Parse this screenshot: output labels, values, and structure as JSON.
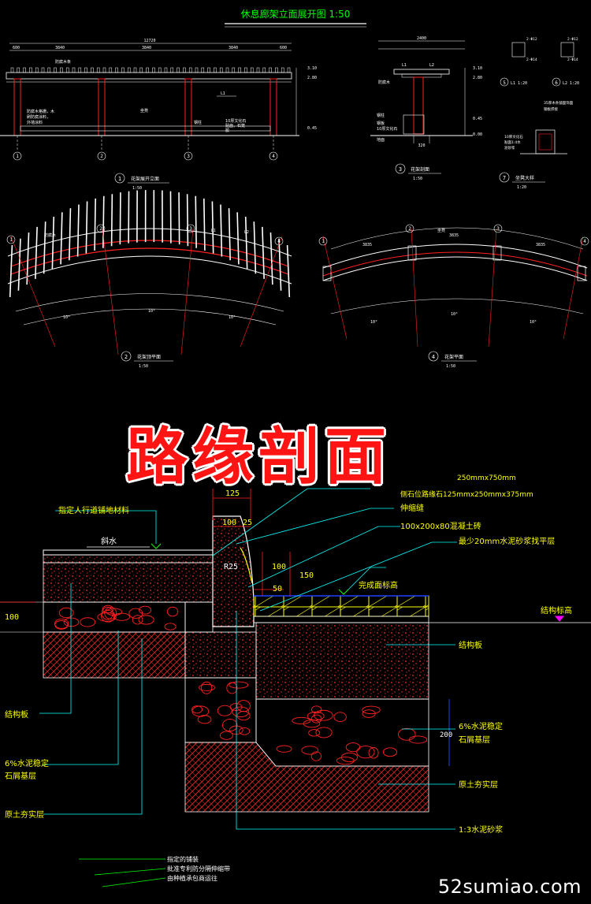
{
  "top_title": "休息廊架立面展开图 1:50",
  "elevation": {
    "dim_total": "12720",
    "dim_parts": [
      "600",
      "3840",
      "3840",
      "3840",
      "600"
    ],
    "notes_left": [
      "防腐木条",
      "防腐木格栅，木",
      "刷防腐涂料，",
      "外墙涂料"
    ],
    "note_mid": "坐凳",
    "note_right1": "钢柱",
    "note_right2": "10厚文化石",
    "note_right3": "贴面，石笼",
    "note_right4": "胶",
    "label_l1": "L1",
    "right_dims": [
      "3.10",
      "2.80",
      "0.45"
    ],
    "grid_labels": [
      "1",
      "2",
      "3",
      "4"
    ],
    "caption_num": "1",
    "caption_text": "花架展开立面",
    "caption_scale": "1:50"
  },
  "section3": {
    "dim_top": "2400",
    "labels": [
      "防腐木",
      "L1",
      "L2",
      "钢柱",
      "钢板",
      "10厚文化石",
      "地面"
    ],
    "right_dims": [
      "3.10",
      "2.80",
      "0.45",
      "0.00"
    ],
    "dim_bottom": "320",
    "caption_num": "3",
    "caption_text": "花架剖面",
    "caption_scale": "1:50"
  },
  "details": {
    "d5_dims": [
      "2-Φ12",
      "2-Φ14"
    ],
    "d5_num": "5",
    "d5_text": "L1 1:20",
    "d6_dims": [
      "2-Φ12",
      "2-Φ14"
    ],
    "d6_num": "6",
    "d6_text": "L2 1:20",
    "d7_notes": [
      "35厚木条铺面饰面",
      "钢板焊接",
      "10厚文化石",
      "贴面1:4水",
      "泥砂浆"
    ],
    "d7_num": "7",
    "d7_text": "坐凳大样",
    "d7_scale": "1:20"
  },
  "plan2": {
    "grid_labels": [
      "1",
      "2",
      "3",
      "4"
    ],
    "labels": [
      "防腐木",
      "L1",
      "L2"
    ],
    "angles": [
      "10°",
      "10°",
      "10°"
    ],
    "caption_num": "2",
    "caption_text": "花架顶平面",
    "caption_scale": "1:50"
  },
  "plan4": {
    "grid_labels": [
      "1",
      "2",
      "3",
      "4"
    ],
    "labels": [
      "坐凳"
    ],
    "dims": [
      "3835",
      "3835",
      "3835"
    ],
    "angles": [
      "10°",
      "10°",
      "10°"
    ],
    "caption_num": "4",
    "caption_text": "花架平面",
    "caption_scale": "1:50"
  },
  "big_title": "路缘剖面",
  "curb": {
    "label_pavement": "指定人行道铺地材料",
    "label_slope": "斜水",
    "label_r25": "R25",
    "dim_125": "125",
    "dim_100": "100",
    "dim_25": "25",
    "dim_100b": "100",
    "dim_150": "150",
    "dim_50": "50",
    "dim_left_100": "100",
    "dim_200": "200",
    "label_top1": "250mmx750mm",
    "label_top2": "侧石位路缘石125mmx250mmx375mm",
    "label_joint": "伸缩缝",
    "label_brick": "100x200x80混凝土砖",
    "label_mortar": "最少20mm水泥砂浆找平层",
    "label_finish": "完成面标高",
    "label_struct_elev": "结构标高",
    "label_struct_slab_right": "结构板",
    "label_struct_slab_left": "结构板",
    "label_gravel_left1": "6%水泥稳定",
    "label_gravel_left2": "石屑基层",
    "label_gravel_right1": "6%水泥稳定",
    "label_gravel_right2": "石屑基层",
    "label_soil_left": "原土夯实层",
    "label_soil_right": "原土夯实层",
    "label_mortar13": "1:3水泥砂浆",
    "bottom_notes": [
      "指定的铺装",
      "批准专利防分隔伸缩带",
      "由种植承包商运往"
    ]
  },
  "watermark": "52sumiao.com",
  "colors": {
    "line_white": "#ffffff",
    "line_cyan": "#00ffff",
    "line_red": "#ff2020",
    "line_green": "#00ff00",
    "line_yellow": "#ffff00",
    "line_blue": "#2040ff",
    "line_magenta": "#ff00ff",
    "title_red": "#ff1414"
  }
}
